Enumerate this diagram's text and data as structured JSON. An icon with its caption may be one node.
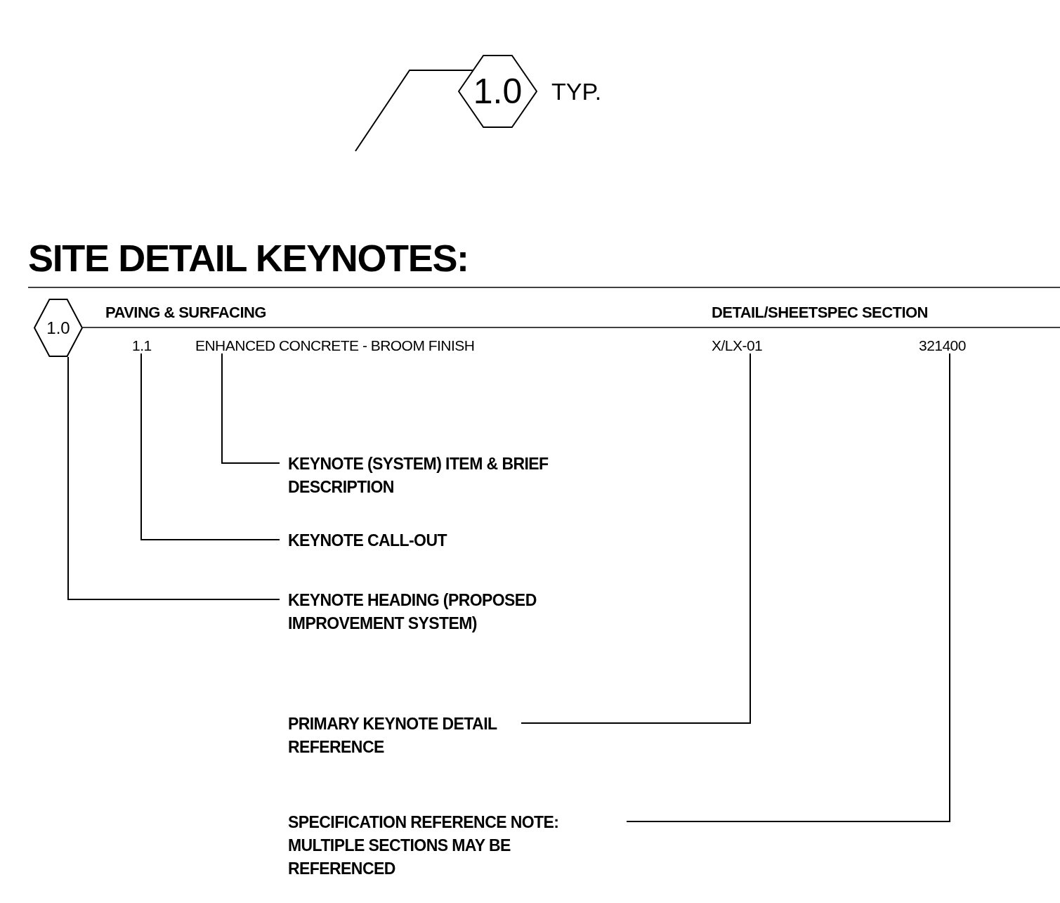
{
  "diagram": {
    "title": "SITE DETAIL KEYNOTES:",
    "nodes": [
      {
        "text": [
          "1.0"
        ],
        "beside": [
          "TYP."
        ]
      },
      {
        "text": [
          "1.0"
        ]
      },
      {
        "text": [
          "1.1"
        ]
      },
      {
        "text": [
          "ENHANCED CONCRETE - BROOM FINISH"
        ]
      },
      {
        "text": [
          "X/LX-01"
        ]
      },
      {
        "text": [
          "321400"
        ]
      },
      {
        "text": [
          "KEYNOTE (SYSTEM) ITEM & BRIEF DESCRIPTION"
        ]
      },
      {
        "text": [
          "KEYNOTE CALL-OUT"
        ]
      },
      {
        "text": [
          "KEYNOTE HEADING (PROPOSED IMPROVEMENT SYSTEM)"
        ]
      },
      {
        "text": [
          "PRIMARY KEYNOTE DETAIL REFERENCE"
        ]
      },
      {
        "text": [
          "SPECIFICATION REFERENCE NOTE: MULTIPLE SECTIONS MAY BE REFERENCED"
        ]
      }
    ],
    "edges": [
      {
        "from": 0,
        "to": null,
        "arrow": "none"
      },
      {
        "from": 6,
        "to": 3,
        "arrow": "none"
      },
      {
        "from": 7,
        "to": 2,
        "arrow": "none"
      },
      {
        "from": 8,
        "to": 1,
        "arrow": "none"
      },
      {
        "from": 9,
        "to": 4,
        "arrow": "none"
      },
      {
        "from": 10,
        "to": 5,
        "arrow": "none"
      }
    ],
    "labels": [
      "PAVING & SURFACING",
      "DETAIL/SHEETSPEC SECTION"
    ]
  }
}
